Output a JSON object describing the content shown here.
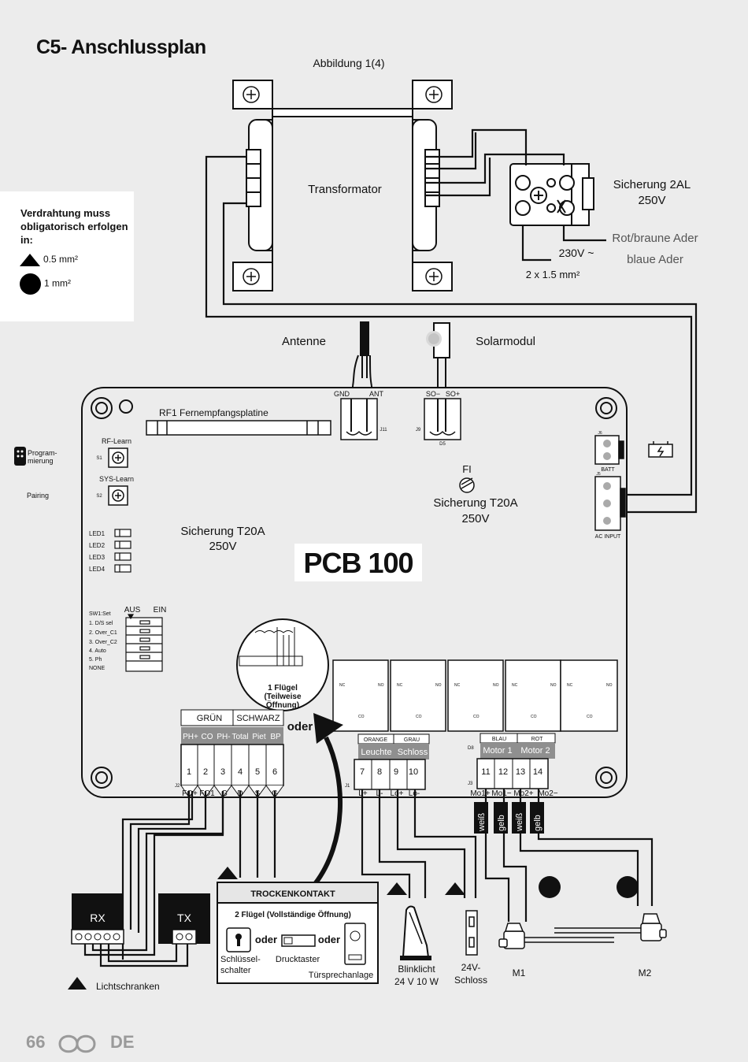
{
  "title": "C5- Anschlussplan",
  "figure_label": "Abbildung 1(4)",
  "legend": {
    "title": "Verdrahtung muss obligatorisch erfolgen in:",
    "triangle_label": "0.5 mm²",
    "circle_label": "1 mm²"
  },
  "top": {
    "transformator": "Transformator",
    "fuse_2al": "Sicherung 2AL",
    "fuse_2al_v": "250V",
    "wire_brown": "Rot/braune Ader",
    "wire_blue": "blaue Ader",
    "mains_v": "230V ~",
    "cable": "2 x 1.5 mm²",
    "antenna": "Antenne",
    "solar": "Solarmodul"
  },
  "board": {
    "name": "PCB 100",
    "rf_board": "RF1 Fernempfangsplatine",
    "gnd": "GND",
    "ant": "ANT",
    "so_minus": "SO−",
    "so_plus": "SO+",
    "j11": "J11",
    "j9": "J9",
    "d5": "D5",
    "rf_learn": "RF-Learn",
    "sys_learn": "SYS-Learn",
    "s1": "S1",
    "s2": "S2",
    "prog": "Program-\nmierung",
    "pairing": "Pairing",
    "led1": "LED1",
    "led2": "LED2",
    "led3": "LED3",
    "led4": "LED4",
    "fuse_left": "Sicherung T20A",
    "fuse_left_v": "250V",
    "fuse_right": "Sicherung T20A",
    "fuse_right_v": "250V",
    "f1": "FI",
    "batt": "BATT",
    "ac_input": "AC INPUT",
    "j6": "J6",
    "j5": "J5",
    "sw_aus": "AUS",
    "sw_ein": "EIN",
    "sw_items": [
      "SW1:Set",
      "1. D/S sel",
      "2. Over_C1",
      "3. Over_C2",
      "4. Auto",
      "5. Ph",
      "NONE"
    ],
    "zoom_label": "1 Flügel (Teilweise Öffnung)",
    "oder": "oder",
    "gruen": "GRÜN",
    "schwarz": "SCHWARZ",
    "j2_header": [
      "PH+",
      "CO",
      "PH-",
      "Total",
      "Piet",
      "BP"
    ],
    "j2_nums": [
      "1",
      "2",
      "3",
      "4",
      "5",
      "6"
    ],
    "j2_pins": [
      "FO+",
      "FO1",
      "G",
      "D",
      "S",
      "G"
    ],
    "j2": "J2",
    "j1": "J1",
    "j3": "J3",
    "d8": "D8",
    "orange": "ORANGE",
    "grau": "GRAU",
    "leuchte": "Leuchte",
    "schloss": "Schloss",
    "j1_nums": [
      "7",
      "8",
      "9",
      "10"
    ],
    "j1_pins": [
      "L+",
      "L-",
      "Lo+",
      "Lo-"
    ],
    "blau": "BLAU",
    "rot": "ROT",
    "motor1": "Motor 1",
    "motor2": "Motor 2",
    "j3_nums": [
      "11",
      "12",
      "13",
      "14"
    ],
    "j3_pins": [
      "Mo1+",
      "Mo1−",
      "Mo2+",
      "Mo2−"
    ],
    "wire_colors": [
      "weiß",
      "gelb",
      "weiß",
      "gelb"
    ],
    "relay_labels": [
      "NC",
      "NO",
      "CO"
    ]
  },
  "bottom": {
    "rx": "RX",
    "tx": "TX",
    "photocells": "Lichtschranken",
    "dry_contact": "TROCKENKONTAKT",
    "two_leaf": "2 Flügel (Vollständige Öffnung)",
    "oder1": "oder",
    "oder2": "oder",
    "key_switch": "Schlüssel-\nschalter",
    "push_button": "Drucktaster",
    "intercom": "Türsprechanlage",
    "flash_light": "Blinklicht",
    "flash_light_v": "24 V 10 W",
    "lock": "24V-\nSchloss",
    "m1": "M1",
    "m2": "M2"
  },
  "footer": {
    "page": "66",
    "lang": "DE"
  }
}
